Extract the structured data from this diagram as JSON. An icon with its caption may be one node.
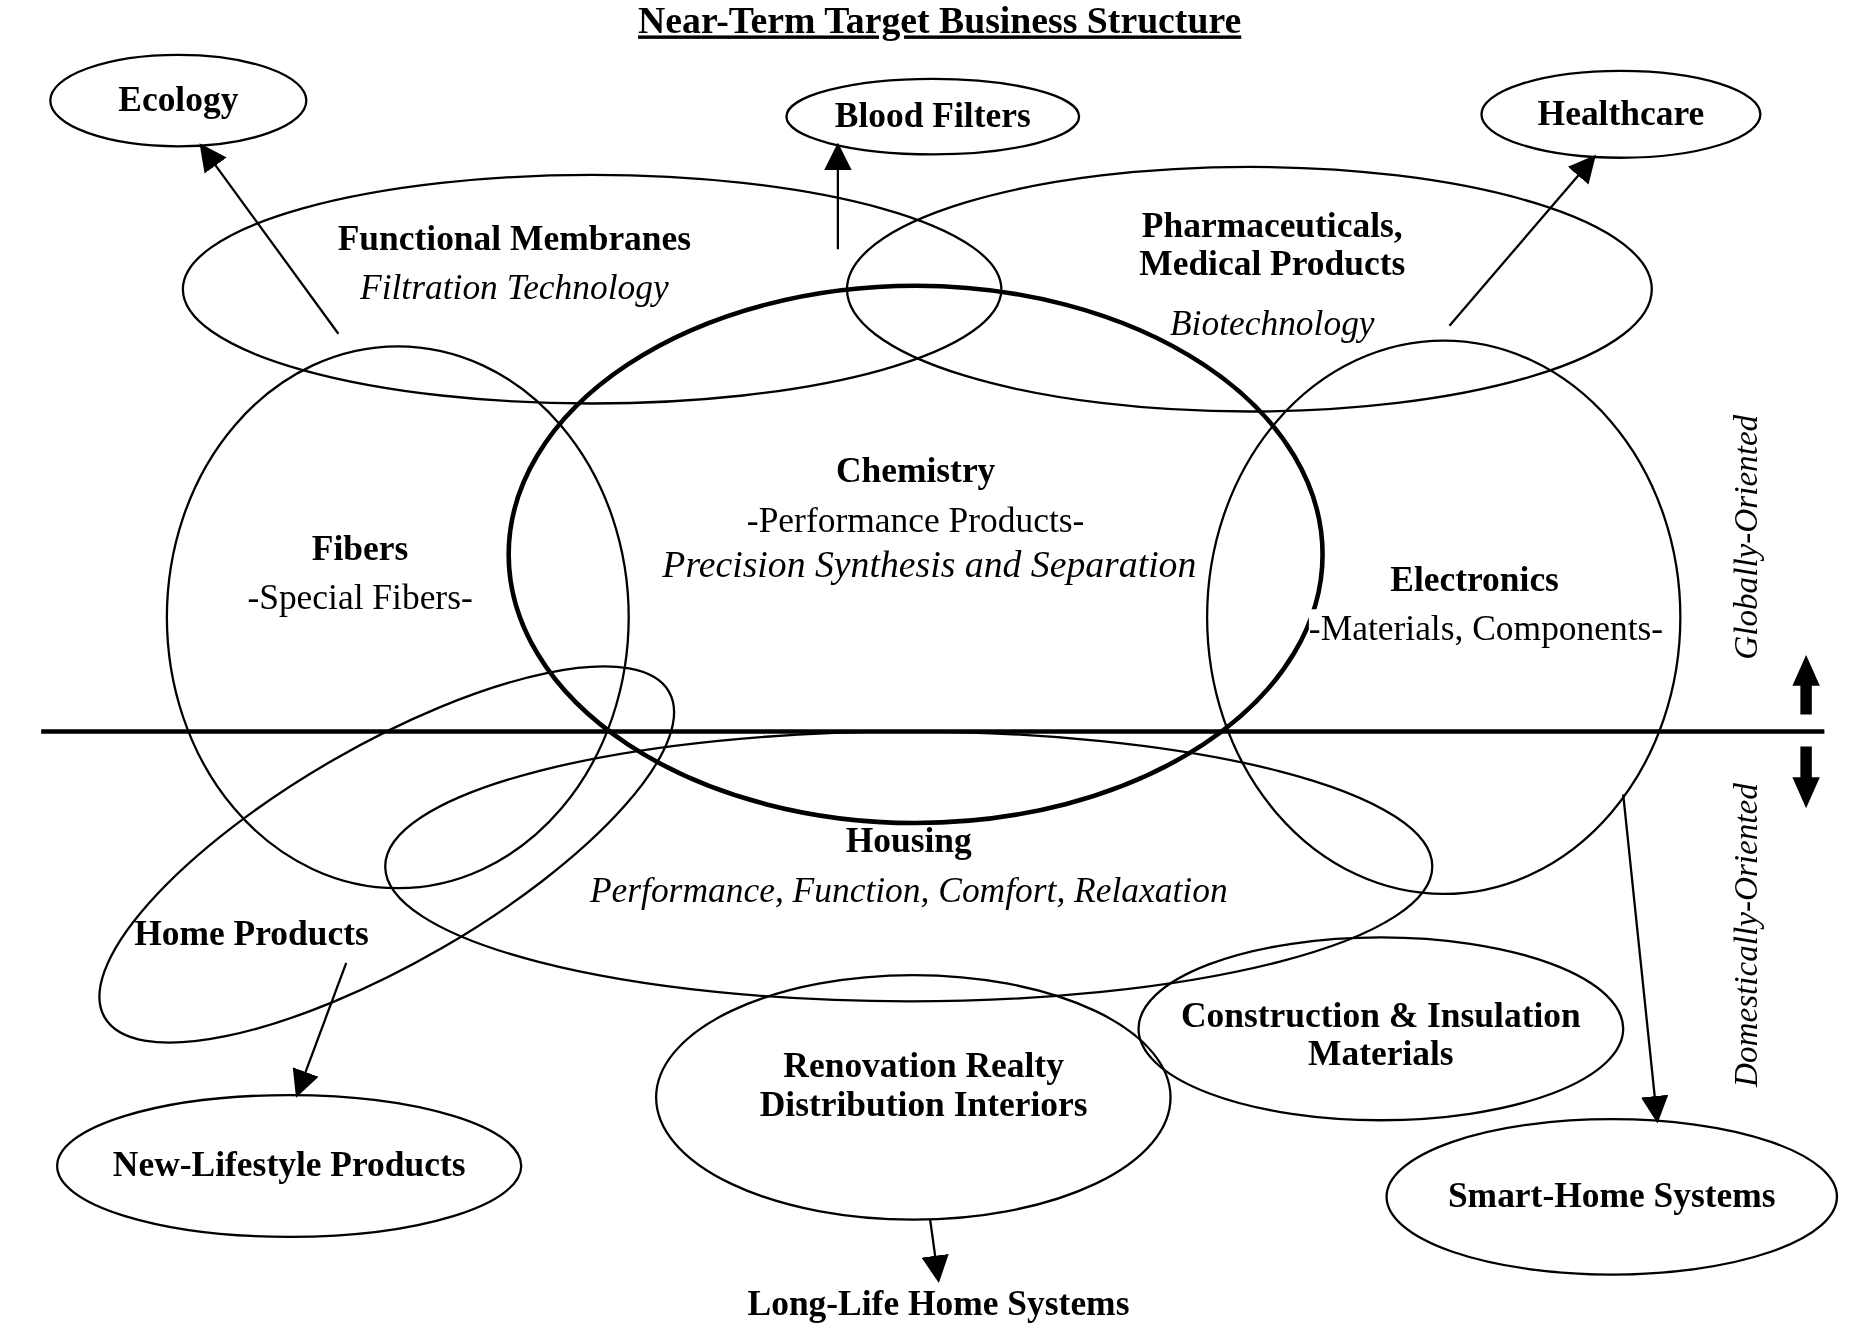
{
  "diagram": {
    "title": "Near-Term Target Business Structure",
    "nodes": [
      {
        "text": [
          "Ecology"
        ]
      },
      {
        "text": [
          "Blood Filters"
        ]
      },
      {
        "text": [
          "Healthcare"
        ]
      },
      {
        "text": [
          "Functional Membranes",
          "Filtration Technology"
        ]
      },
      {
        "text": [
          "Pharmaceuticals, Medical Products",
          "Biotechnology"
        ]
      },
      {
        "text": [
          "Fibers",
          "-Special Fibers-"
        ]
      },
      {
        "text": [
          "Chemistry",
          "-Performance Products-",
          "Precision Synthesis and Separation"
        ]
      },
      {
        "text": [
          "Electronics",
          "-Materials, Components-"
        ]
      },
      {
        "text": [
          "Home Products"
        ]
      },
      {
        "text": [
          "Housing",
          "Performance, Function, Comfort, Relaxation"
        ]
      },
      {
        "text": [
          "Construction & Insulation Materials"
        ]
      },
      {
        "text": [
          "Renovation Realty Distribution Interiors"
        ]
      },
      {
        "text": [
          "New-Lifestyle Products"
        ]
      },
      {
        "text": [
          "Smart-Home Systems"
        ]
      },
      {
        "text": [
          "Long-Life Home Systems"
        ]
      }
    ],
    "edges": [
      {
        "from": 3,
        "to": 0,
        "arrow": "to"
      },
      {
        "from": 3,
        "to": 1,
        "arrow": "to"
      },
      {
        "from": 4,
        "to": 2,
        "arrow": "to"
      },
      {
        "from": 8,
        "to": 12,
        "arrow": "to"
      },
      {
        "from": 7,
        "to": 13,
        "arrow": "to"
      },
      {
        "from": 11,
        "to": 14,
        "arrow": "to"
      }
    ],
    "labels": [
      "Globally-Oriented",
      "Domestically-Oriented"
    ]
  }
}
